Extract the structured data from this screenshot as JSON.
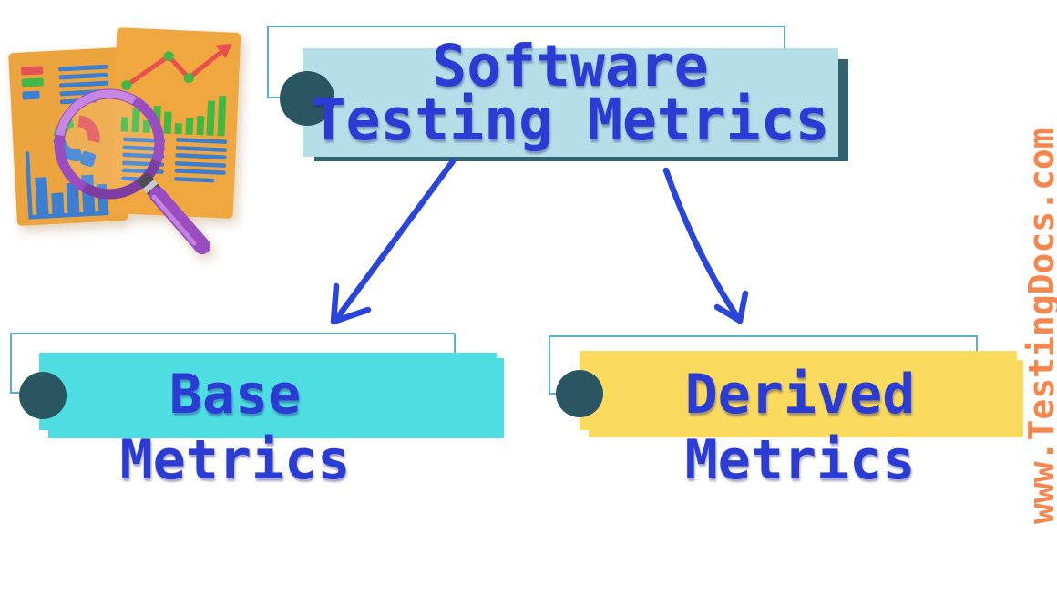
{
  "root": {
    "line1": "Software",
    "line2": "Testing Metrics"
  },
  "base": {
    "line1": "Base",
    "line2": "Metrics"
  },
  "derived": {
    "line1": "Derived",
    "line2": "Metrics"
  },
  "watermark": {
    "text": "www.TestingDocs.com"
  },
  "colors": {
    "title_box": "#b6dee8",
    "title_shadow": "#316470",
    "bullet_dot": "#2a5662",
    "outline_stroke": "#58b4c4",
    "base_box": "#4edee2",
    "derived_box": "#fbdb5d",
    "heading_text": "#2b3cd4",
    "arrow": "#2945da",
    "watermark_text": "#f6864c"
  },
  "illustration": {
    "name": "analytics-report-with-magnifier-icon"
  }
}
